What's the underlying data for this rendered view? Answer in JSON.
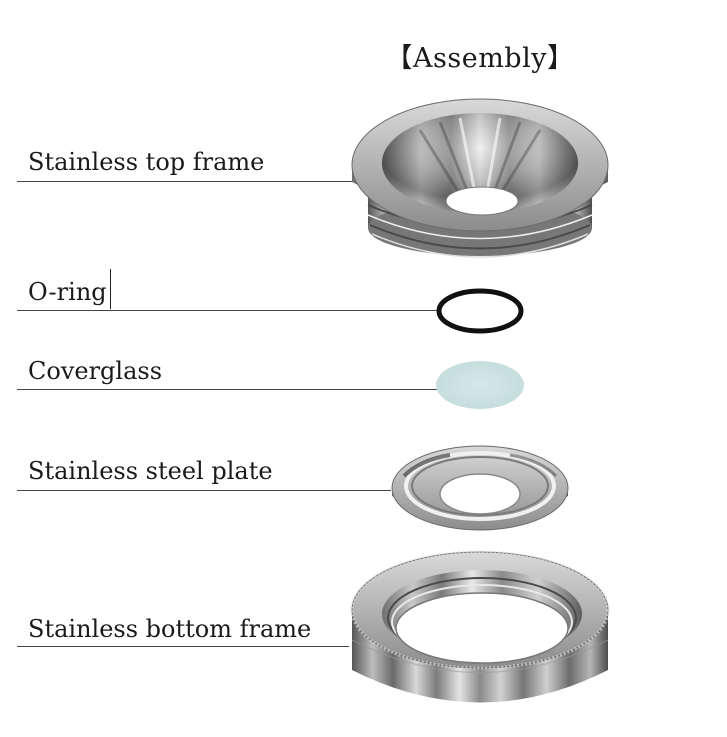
{
  "title": "【Assembly】",
  "parts": [
    {
      "label": "Stainless top frame"
    },
    {
      "label": "O-ring"
    },
    {
      "label": "Coverglass"
    },
    {
      "label": "Stainless steel plate"
    },
    {
      "label": "Stainless bottom frame"
    }
  ],
  "colors": {
    "text": "#1a1a1a",
    "leader_line": "#444444",
    "steel_dark": "#5a5a5a",
    "steel_mid": "#9a9a9a",
    "steel_light": "#e6e6e6",
    "oring": "#111111",
    "coverglass": "#cfe3e3"
  }
}
